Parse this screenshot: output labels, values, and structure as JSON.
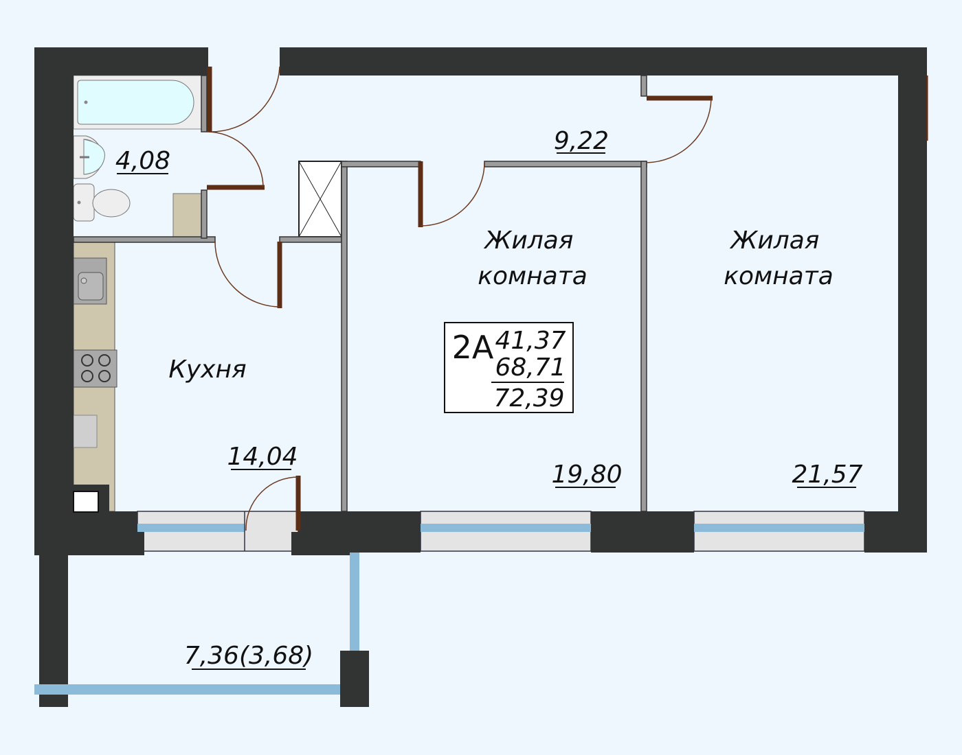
{
  "plan": {
    "apartment_type": "2A",
    "living_area": "41,37",
    "total_area": "68,71",
    "total_with_balcony": "72,39"
  },
  "rooms": {
    "bathroom": {
      "area": "4,08"
    },
    "corridor": {
      "area": "9,22"
    },
    "kitchen": {
      "name": "Кухня",
      "area": "14,04"
    },
    "room1": {
      "name_line1": "Жилая",
      "name_line2": "комната",
      "area": "19,80"
    },
    "room2": {
      "name_line1": "Жилая",
      "name_line2": "комната",
      "area": "21,57"
    },
    "balcony": {
      "area": "7,36(3,68)"
    }
  },
  "colors": {
    "background": "#eff7fe",
    "wall": "#323433",
    "door": "#5c2e16",
    "glass": "#8bbbd8",
    "counter": "#cfc6ae"
  }
}
